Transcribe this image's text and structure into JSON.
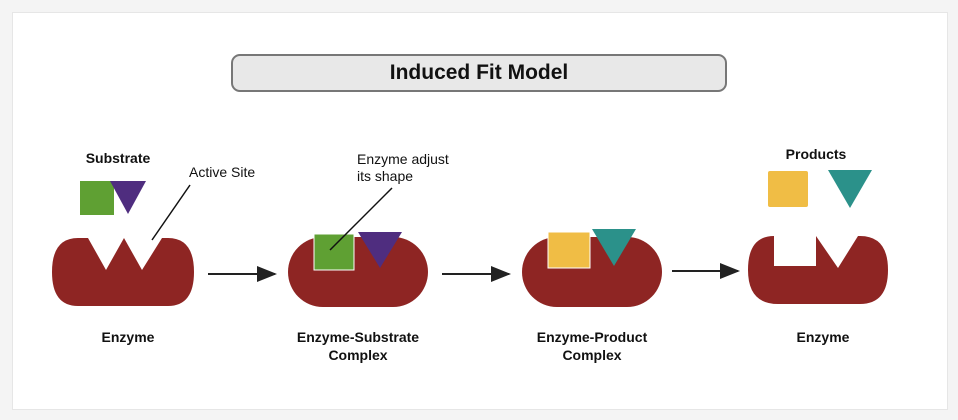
{
  "title": "Induced Fit Model",
  "labels": {
    "substrate": "Substrate",
    "active_site": "Active Site",
    "enzyme_adjust_line1": "Enzyme adjust",
    "enzyme_adjust_line2": "its shape",
    "products": "Products",
    "stage1": "Enzyme",
    "stage2_line1": "Enzyme-Substrate",
    "stage2_line2": "Complex",
    "stage3_line1": "Enzyme-Product",
    "stage3_line2": "Complex",
    "stage4": "Enzyme"
  },
  "colors": {
    "enzyme": "#8e2523",
    "substrate_square": "#5fa033",
    "substrate_triangle": "#4f2d7f",
    "product_square": "#f0bd45",
    "product_triangle": "#2b918a"
  }
}
